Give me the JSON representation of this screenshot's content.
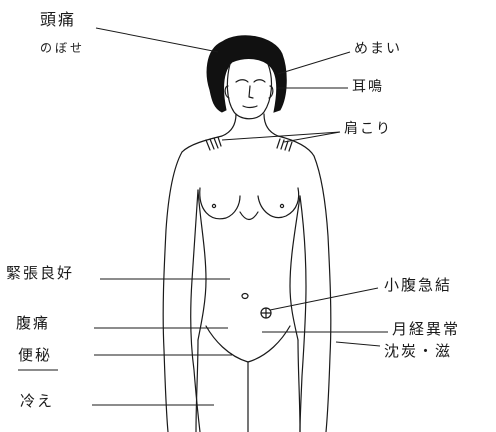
{
  "labels": {
    "headache": "頭痛",
    "hot_flush": "のぼせ",
    "dizziness": "めまい",
    "tinnitus": "耳鳴",
    "stiff_shoulders": "肩こり",
    "tension": "緊張良好",
    "abdominal_pain": "腹痛",
    "constipation": "便秘",
    "cold": "冷え",
    "lower_abdomen_knot": "小腹急結",
    "menstrual_abnormality": "月経異常",
    "sediment": "沈炭・滋"
  }
}
